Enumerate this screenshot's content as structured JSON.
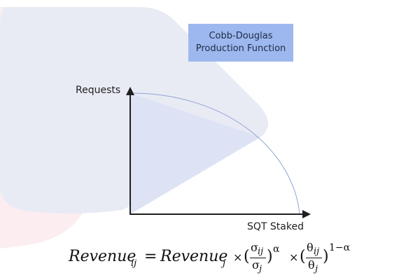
{
  "colors": {
    "accent": "#9db8ef",
    "background_shape": "#e9ebf4",
    "pink_shape": "#fbe5ea",
    "axis": "#1f1f1f",
    "curve": "#8fa4d4",
    "triangle_fill": "#dde2f4"
  },
  "title_box": {
    "line1": "Cobb-Douglas",
    "line2": "Production Function"
  },
  "axes": {
    "y_label": "Requests",
    "x_label": "SQT Staked"
  },
  "formula": {
    "lhs_name": "Revenue",
    "lhs_sub": "ij",
    "equals": "=",
    "rhs_name": "Revenue",
    "rhs_sub": "j",
    "times": "×",
    "open_paren": "(",
    "close_paren": ")",
    "sigma": "σ",
    "sigma_num_sub": "ij",
    "sigma_den_sub": "j",
    "alpha": "α",
    "theta": "θ",
    "theta_num_sub": "ij",
    "theta_den_sub": "j",
    "one_minus_alpha": "1−α"
  }
}
